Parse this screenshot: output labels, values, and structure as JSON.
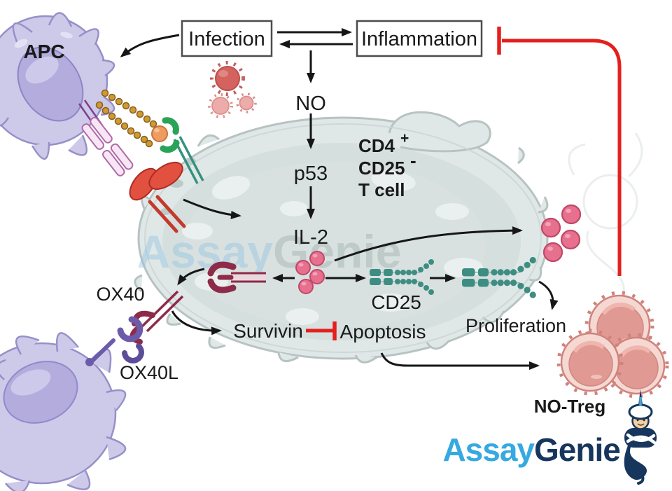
{
  "colors": {
    "red": "#e3201e",
    "ink": "#161616",
    "box-border": "#4c4c4c",
    "apc-fill": "#cdc9e8",
    "apc-stroke": "#978fc9",
    "apc-nucleus": "#b3acdd",
    "tcell-fill": "#e0e8e7",
    "tcell-stroke": "#b7c3c2",
    "tcell-inner": "#cdd8d7",
    "il2-fill": "#e8708f",
    "il2-stroke": "#c04868",
    "teal": "#3e8d82",
    "maroon": "#8e2b49",
    "purple": "#6c5ba8",
    "gold": "#cf9a33",
    "gold-stroke": "#8a5f1a",
    "green": "#2aa258",
    "orange": "#f09b5f",
    "red-receptor": "#e2503f",
    "pink-ab": "#f7e7f5",
    "pink-ab-stroke": "#b06aa8",
    "virus-red": "#d4625f",
    "virus-pink": "#ecacaa",
    "treg-fill": "#f6d8d3",
    "treg-stroke": "#cf837c",
    "treg-inner": "#e09a93",
    "logo-blue": "#36a9e1",
    "logo-navy": "#17365d",
    "wm-blue": "#8fc3e0",
    "wm-gray": "#9fadab"
  },
  "boxes": {
    "infection": "Infection",
    "inflammation": "Inflammation"
  },
  "pathway": {
    "no": "NO",
    "p53": "p53",
    "il2": "IL-2",
    "cd25": "CD25",
    "ox40": "OX40",
    "ox40l": "OX40L",
    "survivin": "Survivin",
    "apoptosis": "Apoptosis",
    "proliferation": "Proliferation"
  },
  "cells": {
    "apc": "APC",
    "tcell_line1": "CD4",
    "tcell_line1_sup": "+",
    "tcell_line2": "CD25",
    "tcell_line2_sup": "-",
    "tcell_line3": "T cell",
    "treg": "NO-Treg"
  },
  "watermark": {
    "assay": "Assay",
    "genie": "Genie"
  },
  "logo": {
    "assay": "Assay",
    "genie": "Genie"
  }
}
